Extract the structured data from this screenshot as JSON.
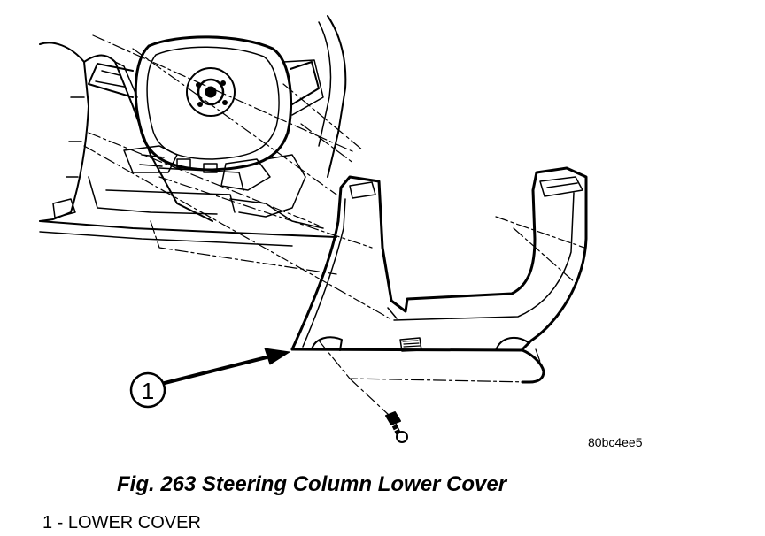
{
  "diagram": {
    "callout_number": "1",
    "image_code": "80bc4ee5"
  },
  "caption": "Fig. 263 Steering Column Lower Cover",
  "legend": [
    {
      "text": "1 - LOWER COVER"
    }
  ],
  "colors": {
    "ink": "#000000",
    "paper": "#ffffff"
  }
}
